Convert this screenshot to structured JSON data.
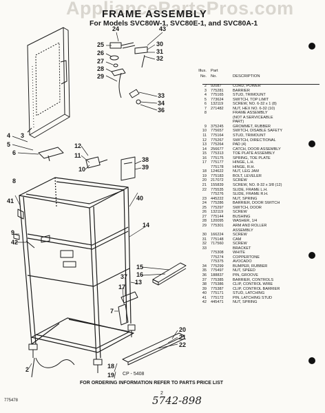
{
  "watermark": "AppliancePartsPros.com",
  "title": "FRAME ASSEMBLY",
  "subtitle": "For Models SVC80W-1, SVC80E-1, and SVC80A-1",
  "table_header": {
    "col1_line1": "Illus.",
    "col1_line2": "No.",
    "col2_line1": "Part",
    "col2_line2": "No.",
    "col3": "DESCRIPTION"
  },
  "parts": [
    {
      "no": "2",
      "part": "92087",
      "desc": "CORD, POWER"
    },
    {
      "no": "3",
      "part": "775281",
      "desc": "BARRIER"
    },
    {
      "no": "4",
      "part": "775165",
      "desc": "STUD, TRIMOUNT"
    },
    {
      "no": "5",
      "part": "773624",
      "desc": "SWITCH, TOP LIMIT"
    },
    {
      "no": "6",
      "part": "132119",
      "desc": "SCREW, NO. 6-32 x 1 (8)"
    },
    {
      "no": "7",
      "part": "271482",
      "desc": "NUT, HEX NO. 6-32 (10)"
    },
    {
      "no": "8",
      "part": "",
      "desc": "FRAME ASSEMBLY"
    },
    {
      "no": "",
      "part": "",
      "desc": "(NOT A SERVICEABLE"
    },
    {
      "no": "",
      "part": "",
      "desc": "PART)"
    },
    {
      "no": "9",
      "part": "375245",
      "desc": "GROMMET, RUBBER"
    },
    {
      "no": "10",
      "part": "775657",
      "desc": "SWITCH, DISABLE SAFETY"
    },
    {
      "no": "11",
      "part": "775164",
      "desc": "STUD, TRIMOUNT"
    },
    {
      "no": "12",
      "part": "775267",
      "desc": "SWITCH, DIRECTIONAL"
    },
    {
      "no": "13",
      "part": "775264",
      "desc": "PAD (4)"
    },
    {
      "no": "14",
      "part": "256677",
      "desc": "CATCH, DOOR ASSEMBLY"
    },
    {
      "no": "15",
      "part": "775313",
      "desc": "TOE PLATE ASSEMBLY"
    },
    {
      "no": "16",
      "part": "775175",
      "desc": "SPRING, TOE PLATE"
    },
    {
      "no": "17",
      "part": "775177",
      "desc": "HINGE, L.H."
    },
    {
      "no": "",
      "part": "775178",
      "desc": "HINGE, R.H."
    },
    {
      "no": "18",
      "part": "124622",
      "desc": "NUT, LEG JAM"
    },
    {
      "no": "19",
      "part": "775183",
      "desc": "BOLT, LEVELER"
    },
    {
      "no": "20",
      "part": "217072",
      "desc": "SCREW"
    },
    {
      "no": "21",
      "part": "155839",
      "desc": "SCREW, NO. 8-32 x 3/8 (12)"
    },
    {
      "no": "22",
      "part": "775535",
      "desc": "SLIDE, FRAME L.H."
    },
    {
      "no": "",
      "part": "775276",
      "desc": "SLIDE, FRAME R.H."
    },
    {
      "no": "23",
      "part": "445222",
      "desc": "NUT, SPRING"
    },
    {
      "no": "24",
      "part": "775286",
      "desc": "BARRIER, DOOR SWITCH"
    },
    {
      "no": "25",
      "part": "775297",
      "desc": "SWITCH, DOOR"
    },
    {
      "no": "26",
      "part": "132119",
      "desc": "SCREW"
    },
    {
      "no": "27",
      "part": "775144",
      "desc": "BUSHING"
    },
    {
      "no": "28",
      "part": "120095",
      "desc": "WASHER, 1/4"
    },
    {
      "no": "29",
      "part": "775301",
      "desc": "ARM AND ROLLER"
    },
    {
      "no": "",
      "part": "",
      "desc": "ASSEMBLY"
    },
    {
      "no": "30",
      "part": "166224",
      "desc": "SCREW"
    },
    {
      "no": "31",
      "part": "775148",
      "desc": "CAM"
    },
    {
      "no": "32",
      "part": "717560",
      "desc": "SCREW"
    },
    {
      "no": "33",
      "part": "",
      "desc": "BRACKET"
    },
    {
      "no": "",
      "part": "775308",
      "desc": "WHITE"
    },
    {
      "no": "",
      "part": "775274",
      "desc": "COPPERTONE"
    },
    {
      "no": "",
      "part": "775375",
      "desc": "AVOCADO"
    },
    {
      "no": "34",
      "part": "775299",
      "desc": "BUMPER, RUBBER"
    },
    {
      "no": "35",
      "part": "775497",
      "desc": "NUT, SPEED"
    },
    {
      "no": "36",
      "part": "188837",
      "desc": "PIN, GROOVE"
    },
    {
      "no": "37",
      "part": "775385",
      "desc": "BARRIER, CONTROLS"
    },
    {
      "no": "38",
      "part": "775386",
      "desc": "CLIP, CONTROL WIRE"
    },
    {
      "no": "39",
      "part": "775387",
      "desc": "CLIP, CONTROL BARRIER"
    },
    {
      "no": "40",
      "part": "775171",
      "desc": "STUD, LATCHING"
    },
    {
      "no": "41",
      "part": "775172",
      "desc": "PIN, LATCHING STUD"
    },
    {
      "no": "42",
      "part": "445471",
      "desc": "NUT, SPRING"
    }
  ],
  "callouts": {
    "c24": "24",
    "c43": "43",
    "c25": "25",
    "c30": "30",
    "c26": "26",
    "c31": "31",
    "c27": "27",
    "c32": "32",
    "c28": "28",
    "c29": "29",
    "c33": "33",
    "c34": "34",
    "c36": "36",
    "c4": "4",
    "c3": "3",
    "c5": "5",
    "c6": "6",
    "c12": "12",
    "c11": "11",
    "c10": "10",
    "c38": "38",
    "c39": "39",
    "c8": "8",
    "c40": "40",
    "c41": "41",
    "c9": "9",
    "c42": "42",
    "c14": "14",
    "c13": "13",
    "c15": "15",
    "c16": "16",
    "c37": "37",
    "c17": "17",
    "c7": "7",
    "c20": "20",
    "c21": "21",
    "c22": "22",
    "c18": "18",
    "c19": "19",
    "c2": "2"
  },
  "cp_ref": "CP - 5408",
  "footer_note": "FOR ORDERING INFORMATION REFER TO PARTS PRICE LIST",
  "page_number": "2",
  "doc_code": "775478",
  "handwritten_note": "5742-898"
}
